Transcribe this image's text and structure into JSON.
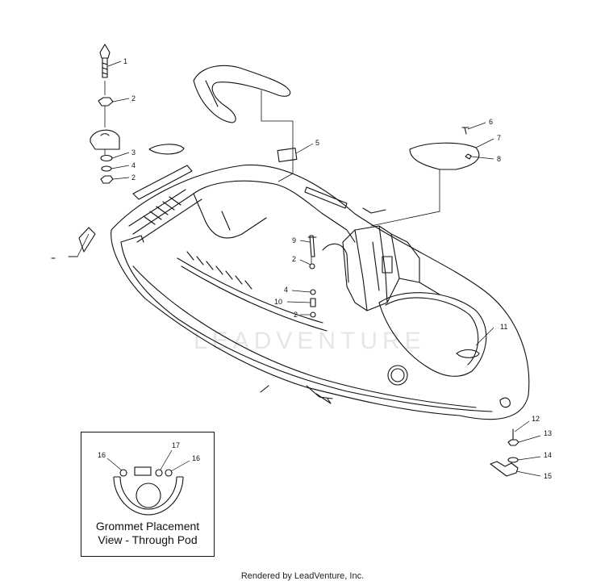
{
  "watermark": "LEADVENTURE",
  "footer": "Rendered by LeadVenture, Inc.",
  "inset": {
    "title_line1": "Grommet Placement",
    "title_line2": "View - Through Pod",
    "callouts": [
      "16",
      "17",
      "16"
    ]
  },
  "callouts": {
    "c1": "1",
    "c2a": "2",
    "c3": "3",
    "c4a": "4",
    "c2b": "2",
    "c5": "5",
    "c6": "6",
    "c7": "7",
    "c8": "8",
    "c9": "9",
    "c2c": "2",
    "c4b": "4",
    "c10": "10",
    "c2d": "2",
    "c11": "11",
    "c12": "12",
    "c13": "13",
    "c14": "14",
    "c15": "15"
  }
}
